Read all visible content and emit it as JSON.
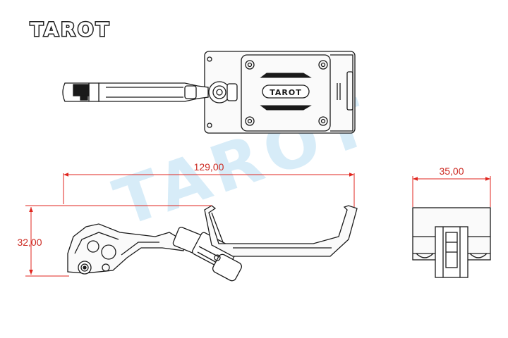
{
  "brand": {
    "logo": "TAROT",
    "watermark": "TAROT",
    "plate_badge": "TAROT"
  },
  "dimensions": {
    "overall_length": "129,00",
    "overall_height": "32,00",
    "clamp_width": "35,00"
  },
  "colors": {
    "dimension_line": "#e0261f",
    "dimension_text": "#cc2a22",
    "outline": "#1a1a1a",
    "watermark": "#cfe8f6"
  }
}
